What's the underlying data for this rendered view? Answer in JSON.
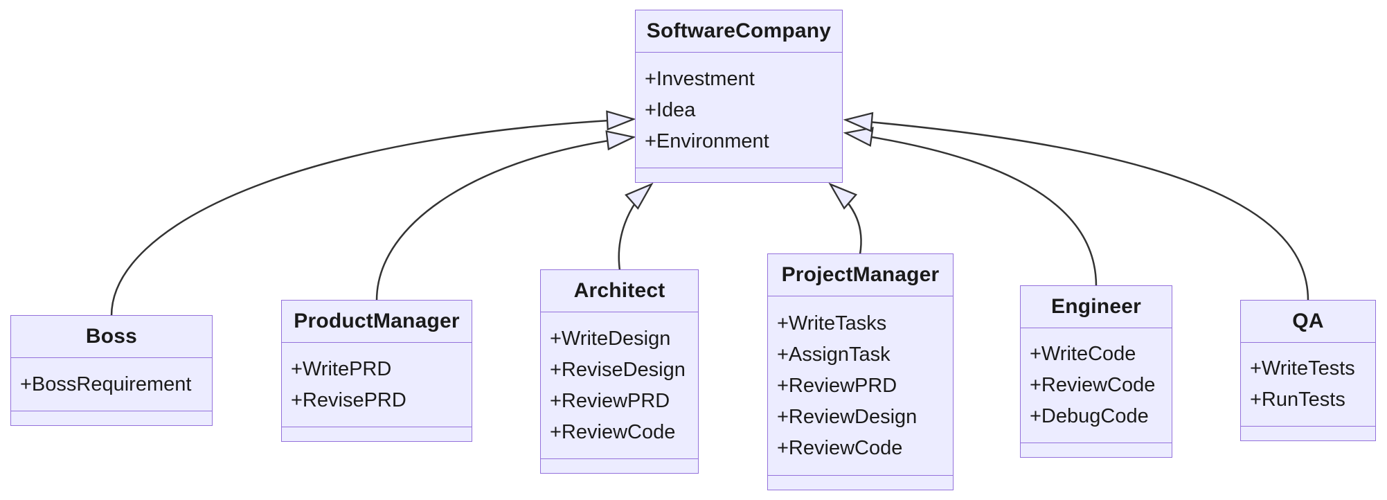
{
  "diagram": {
    "kind": "uml-class-diagram",
    "classes": [
      {
        "name": "SoftwareCompany",
        "members": [
          "+Investment",
          "+Idea",
          "+Environment"
        ],
        "methods": []
      },
      {
        "name": "Boss",
        "members": [
          "+BossRequirement"
        ],
        "methods": []
      },
      {
        "name": "ProductManager",
        "members": [
          "+WritePRD",
          "+RevisePRD"
        ],
        "methods": []
      },
      {
        "name": "Architect",
        "members": [
          "+WriteDesign",
          "+ReviseDesign",
          "+ReviewPRD",
          "+ReviewCode"
        ],
        "methods": []
      },
      {
        "name": "ProjectManager",
        "members": [
          "+WriteTasks",
          "+AssignTask",
          "+ReviewPRD",
          "+ReviewDesign",
          "+ReviewCode"
        ],
        "methods": []
      },
      {
        "name": "Engineer",
        "members": [
          "+WriteCode",
          "+ReviewCode",
          "+DebugCode"
        ],
        "methods": []
      },
      {
        "name": "QA",
        "members": [
          "+WriteTests",
          "+RunTests"
        ],
        "methods": []
      }
    ],
    "relations": [
      {
        "from": "Boss",
        "to": "SoftwareCompany",
        "type": "inheritance"
      },
      {
        "from": "ProductManager",
        "to": "SoftwareCompany",
        "type": "inheritance"
      },
      {
        "from": "Architect",
        "to": "SoftwareCompany",
        "type": "inheritance"
      },
      {
        "from": "ProjectManager",
        "to": "SoftwareCompany",
        "type": "inheritance"
      },
      {
        "from": "Engineer",
        "to": "SoftwareCompany",
        "type": "inheritance"
      },
      {
        "from": "QA",
        "to": "SoftwareCompany",
        "type": "inheritance"
      }
    ],
    "colors": {
      "node_fill": "#ECECFF",
      "node_border": "#9370DB",
      "edge_line": "#333333",
      "text": "#1a1a1a",
      "background": "#ffffff"
    }
  }
}
